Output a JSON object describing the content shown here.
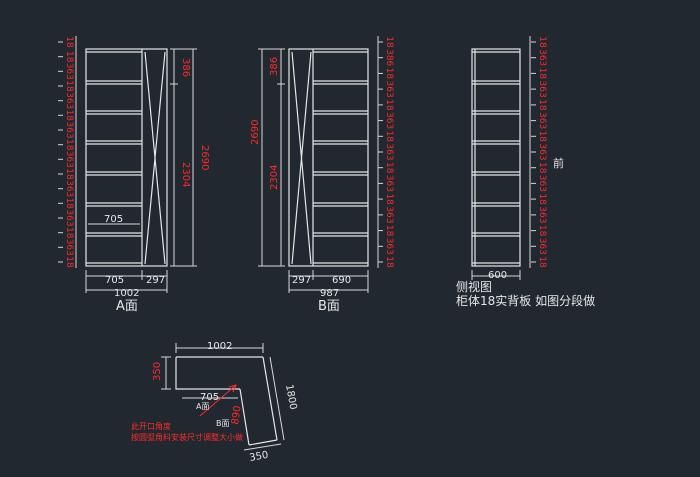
{
  "colors": {
    "background": "#212830",
    "outline": "#e6e6e6",
    "dimension": "#d7d7d7",
    "red": "#ff2a2a",
    "label": "#e6e6e6"
  },
  "panels": {
    "a": {
      "caption": "A面",
      "bottom_dims": [
        "705",
        "297",
        "1002"
      ],
      "inner_label": "705",
      "right_dims": [
        "386",
        "2304",
        "2690"
      ],
      "left_stack": [
        "18",
        "18",
        "363",
        "18",
        "363",
        "18",
        "363",
        "18",
        "363",
        "18",
        "363",
        "18",
        "363",
        "18",
        "363",
        "18"
      ]
    },
    "b": {
      "caption": "B面",
      "bottom_dims": [
        "297",
        "690",
        "987"
      ],
      "left_dims": [
        "2690",
        "2304",
        "386"
      ],
      "right_stack": [
        "18",
        "386",
        "18",
        "363",
        "18",
        "363",
        "18",
        "363",
        "18",
        "363",
        "18",
        "363",
        "18",
        "363",
        "18"
      ]
    },
    "side": {
      "label_front": "前",
      "bottom_dim": "600",
      "caption": "侧视图",
      "note": "柜体18实背板  如图分段做",
      "right_stack": [
        "18",
        "363",
        "18",
        "363",
        "18",
        "363",
        "18",
        "363",
        "18",
        "363",
        "18",
        "363",
        "18",
        "363",
        "18"
      ]
    }
  },
  "plan": {
    "dim_top": "1002",
    "dim_left": "350",
    "dim_inner": "705",
    "dim_right": "1800",
    "dim_diag": "890",
    "dim_bottom": "350",
    "label_a": "A面",
    "label_b": "B面",
    "note_line1": "此开口角度",
    "note_line2": "按圆弧角料安装尺寸调整大小做"
  }
}
